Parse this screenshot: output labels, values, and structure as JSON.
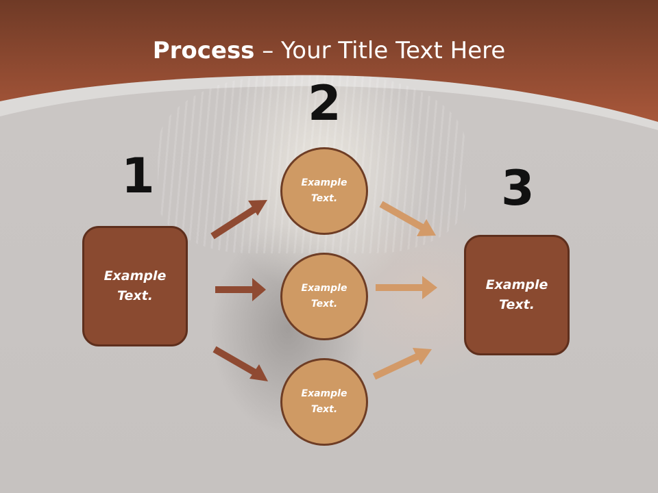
{
  "title": {
    "bold": "Process",
    "rest": " – Your Title Text Here"
  },
  "steps": {
    "one": "1",
    "two": "2",
    "three": "3"
  },
  "left_box": {
    "text": "Example Text."
  },
  "right_box": {
    "text": "Example Text."
  },
  "circles": [
    {
      "text": "Example Text."
    },
    {
      "text": "Example Text."
    },
    {
      "text": "Example Text."
    }
  ],
  "colors": {
    "header": "#9b4f33",
    "box": "#8a4a30",
    "circle": "#cf9a64",
    "arrow_dark": "#8f4a32",
    "arrow_light": "#d39a68"
  }
}
